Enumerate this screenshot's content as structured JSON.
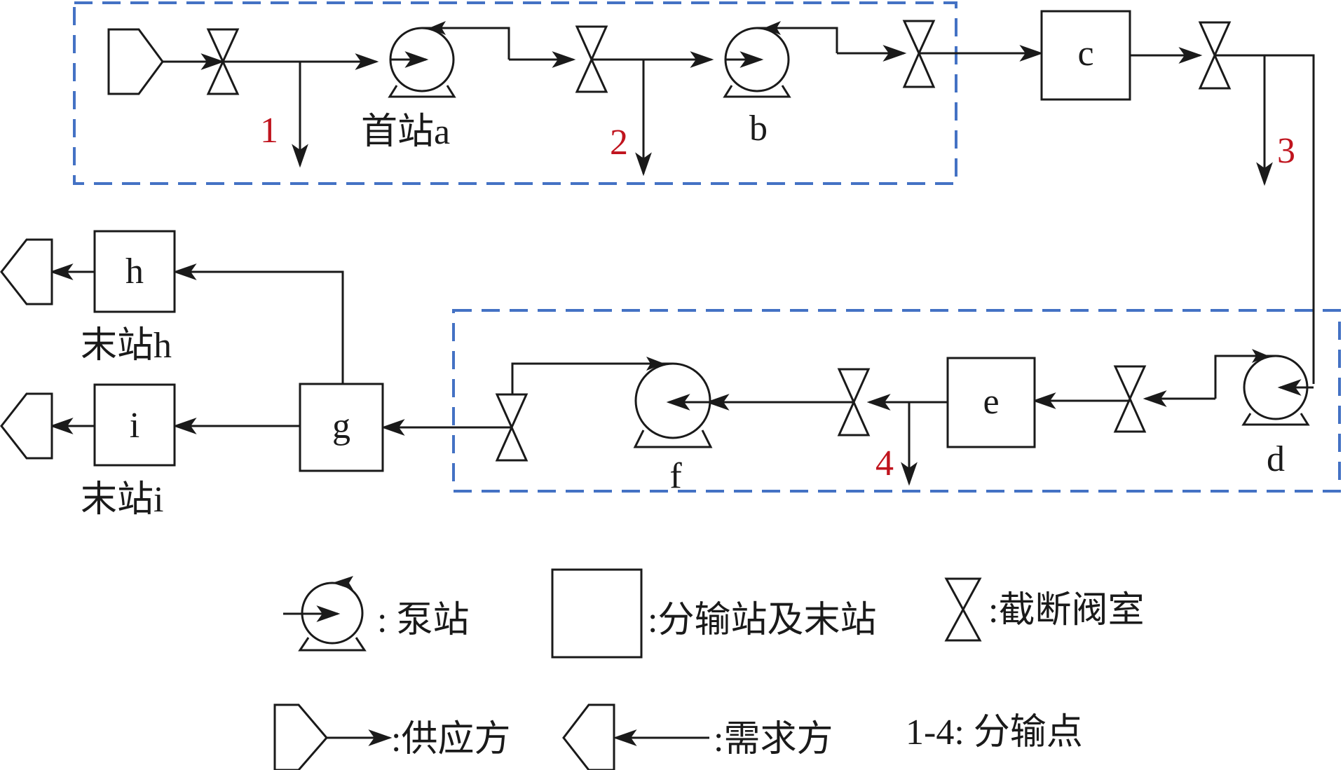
{
  "stations": {
    "a": "首站a",
    "b": "b",
    "c": "c",
    "d": "d",
    "e": "e",
    "f": "f",
    "g": "g",
    "h_box": "h",
    "h_label": "末站h",
    "i_box": "i",
    "i_label": "末站i"
  },
  "branch_points": [
    "1",
    "2",
    "3",
    "4"
  ],
  "legend": {
    "pump": ": 泵站",
    "box": ":分输站及末站",
    "valve": ":截断阀室",
    "supply": ":供应方",
    "demand": ":需求方",
    "branch": "1-4: 分输点"
  },
  "colors": {
    "boundary": "#4472c4",
    "branch_number": "#c0141e",
    "line": "#1a1a1a"
  }
}
